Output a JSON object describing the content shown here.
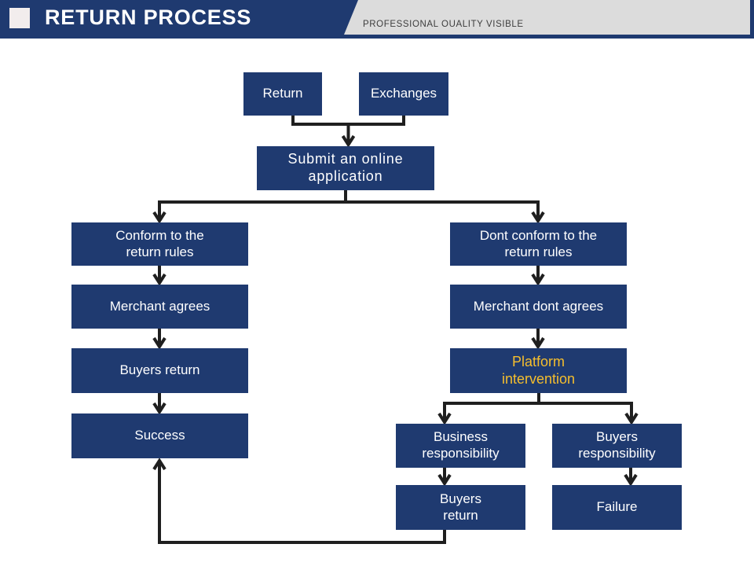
{
  "header": {
    "title": "RETURN PROCESS",
    "tagline": "PROFESSIONAL OUALITY VISIBLE"
  },
  "colors": {
    "header_navy": "#1f3a70",
    "box_navy": "#1f3a70",
    "strip_gray": "#dcdcdc",
    "accent_square": "#f2eded",
    "box_text_white": "#ffffff",
    "highlight_gold": "#f5be2d",
    "connector_dark": "#1f1f1f"
  },
  "flowchart": {
    "nodes": {
      "return": {
        "label": "Return"
      },
      "exchanges": {
        "label": "Exchanges"
      },
      "submit": {
        "label": "Submit an online\napplication"
      },
      "conform": {
        "label": "Conform to the\nreturn rules"
      },
      "merchant_agrees": {
        "label": "Merchant agrees"
      },
      "buyers_return": {
        "label": "Buyers return"
      },
      "success": {
        "label": "Success"
      },
      "dont_conform": {
        "label": "Dont conform to the\nreturn rules"
      },
      "merchant_dont_agrees": {
        "label": "Merchant dont agrees"
      },
      "platform_intervention": {
        "label": "Platform\nintervention"
      },
      "business_responsibility": {
        "label": "Business\nresponsibility"
      },
      "buyers_responsibility": {
        "label": "Buyers\nresponsibility"
      },
      "buyers_return_2": {
        "label": "Buyers\nreturn"
      },
      "failure": {
        "label": "Failure"
      }
    }
  }
}
